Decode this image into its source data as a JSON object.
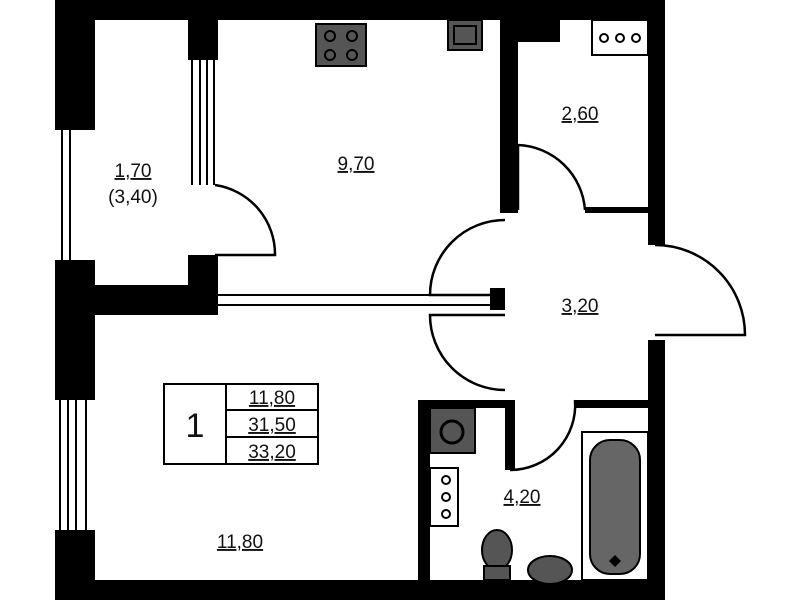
{
  "rooms": {
    "balcony": {
      "area": "1,70",
      "area_full": "(3,40)"
    },
    "kitchen": {
      "area": "9,70"
    },
    "wc": {
      "area": "2,60"
    },
    "hall": {
      "area": "3,20"
    },
    "living": {
      "area": "11,80"
    },
    "bathroom": {
      "area": "4,20"
    }
  },
  "summary": {
    "rooms_count": "1",
    "living_area": "11,80",
    "total_area": "31,50",
    "total_area_with_balcony": "33,20"
  }
}
